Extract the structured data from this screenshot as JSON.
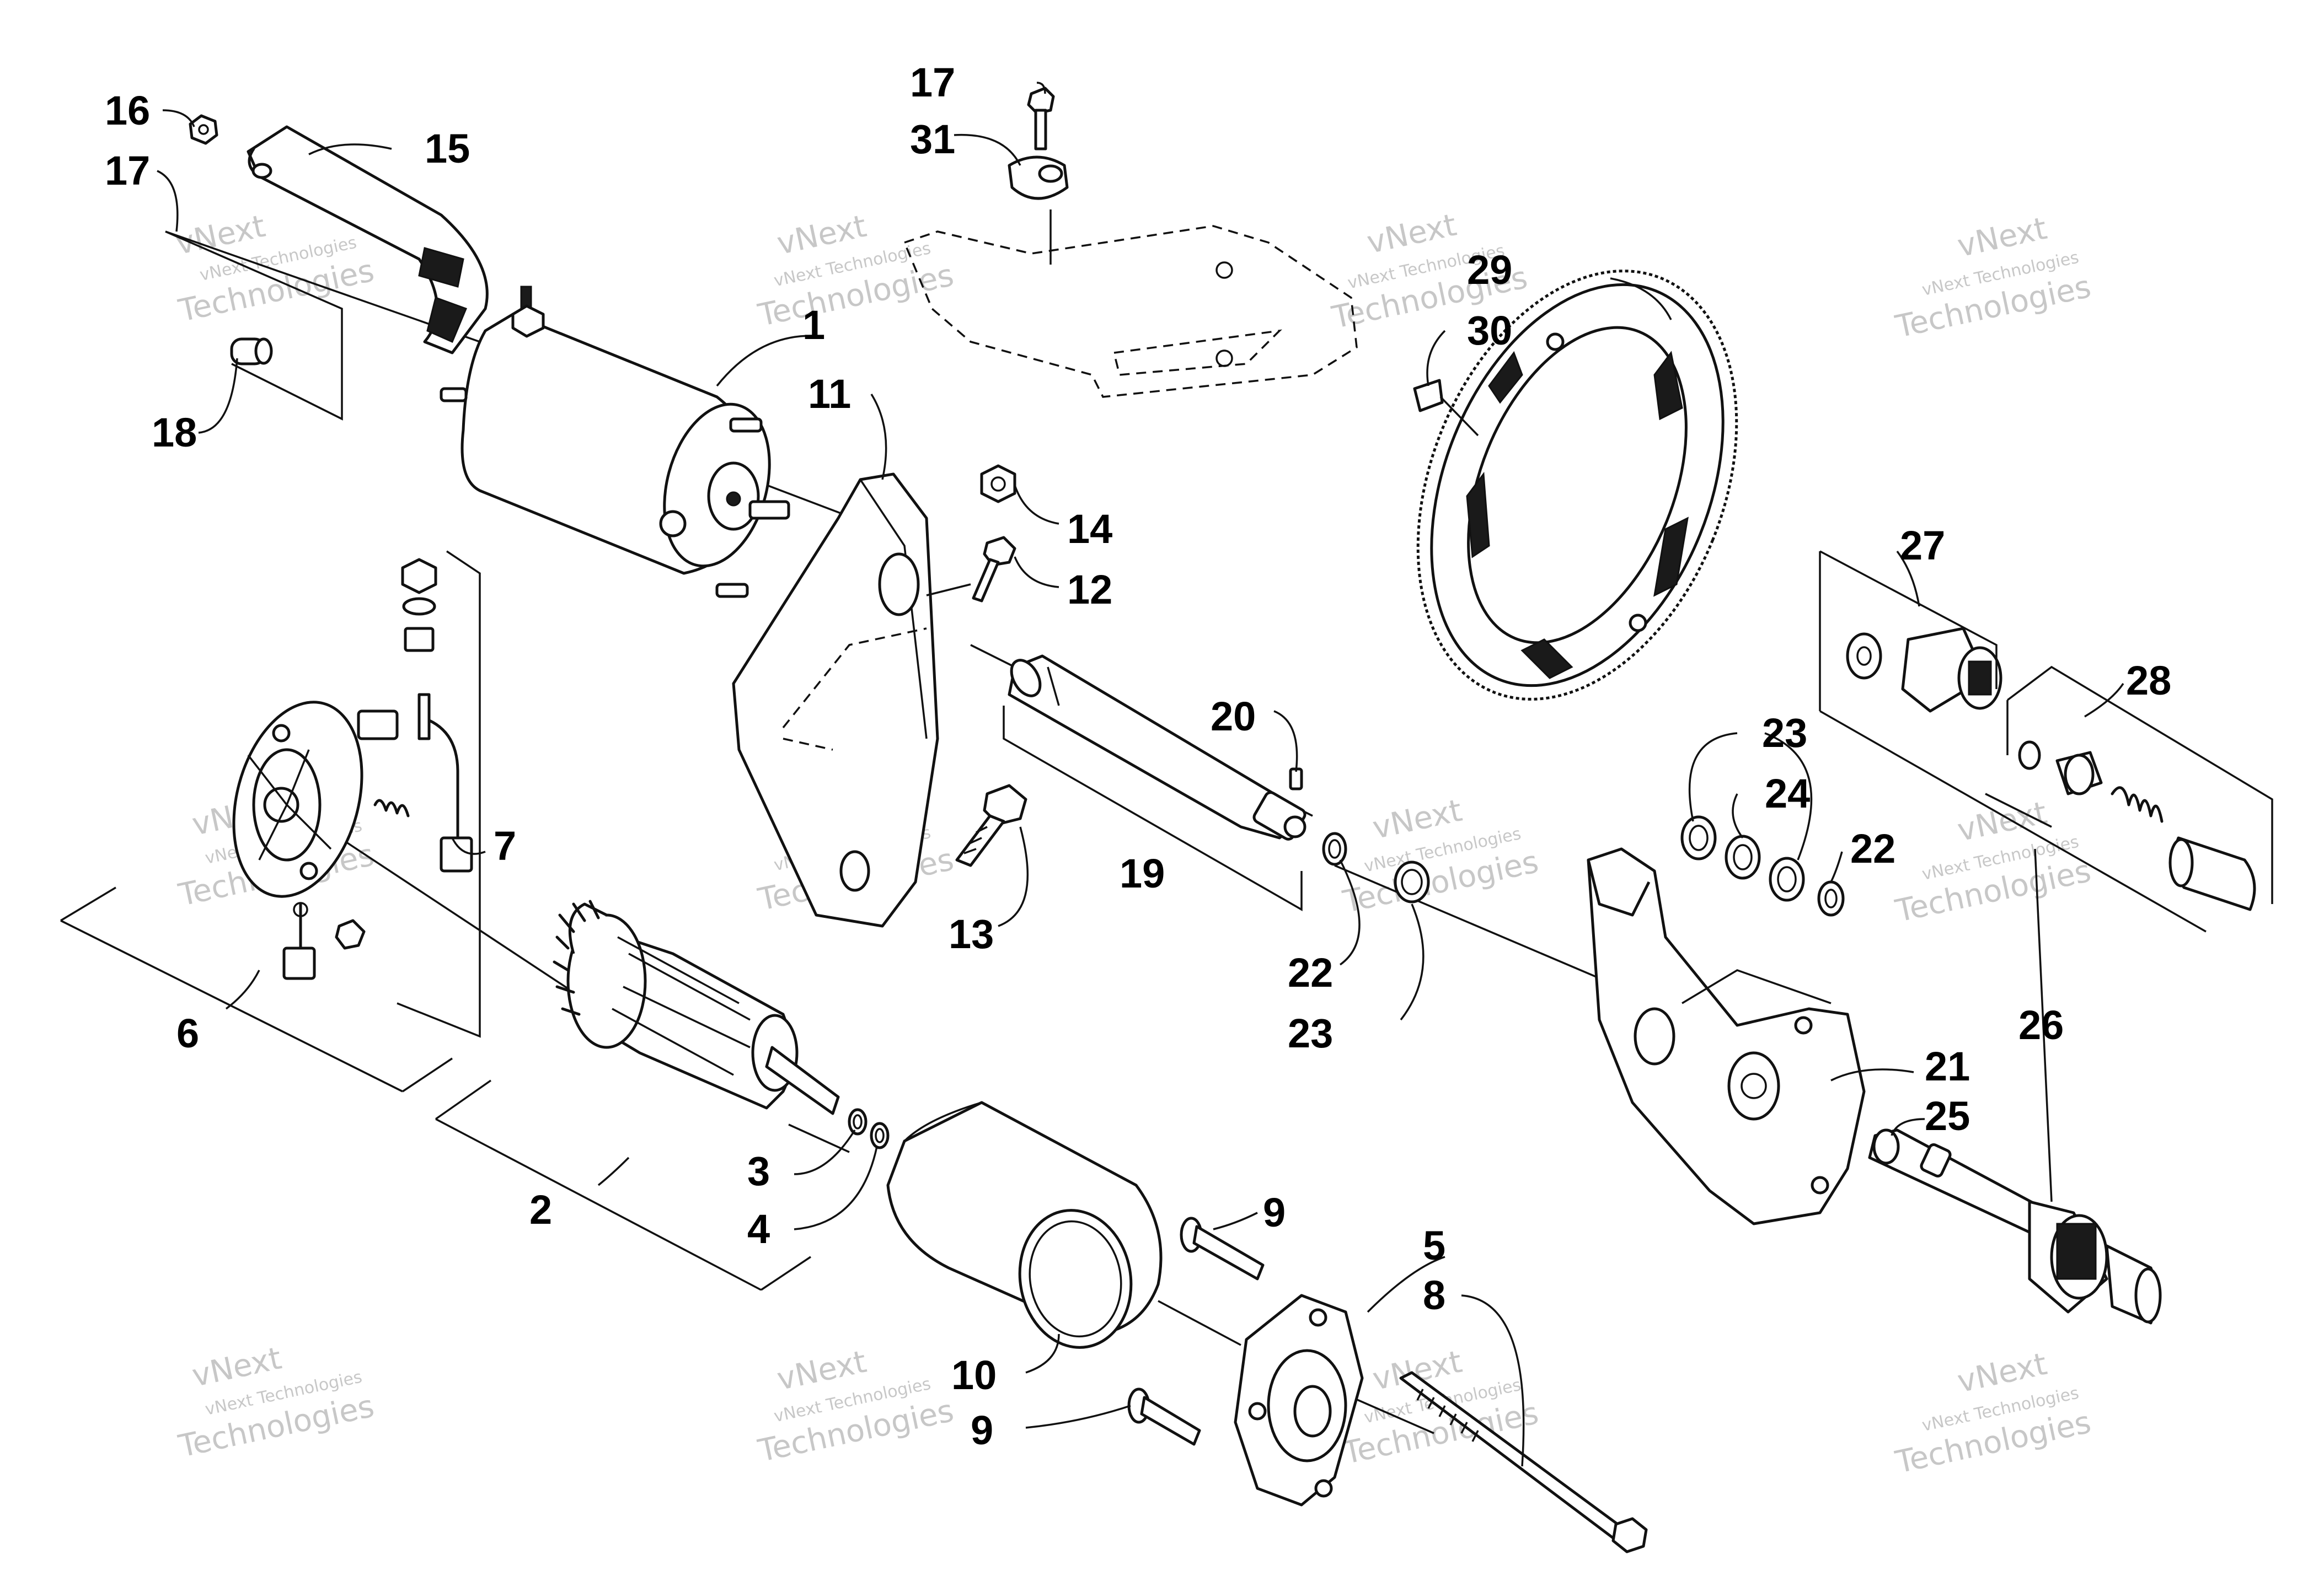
{
  "watermark": {
    "line_small": "vNext Technologies",
    "line_big_1": "vNext",
    "line_big_2": "Technologies"
  },
  "callouts": [
    "1",
    "2",
    "3",
    "4",
    "5",
    "6",
    "7",
    "8",
    "9",
    "9",
    "10",
    "11",
    "12",
    "13",
    "14",
    "15",
    "16",
    "17",
    "17",
    "18",
    "19",
    "20",
    "21",
    "22",
    "22",
    "23",
    "23",
    "24",
    "25",
    "26",
    "27",
    "28",
    "29",
    "30",
    "31"
  ]
}
